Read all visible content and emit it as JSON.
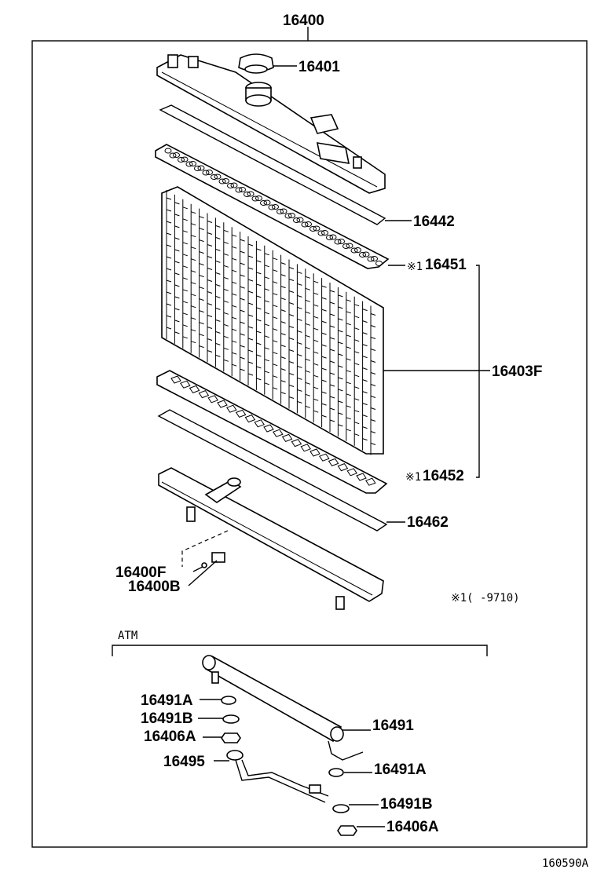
{
  "labels": {
    "assembly": "16400",
    "cap": "16401",
    "upper_gasket": "16442",
    "upper_tank_ref": "16451",
    "core": "16403F",
    "lower_tank_ref": "16452",
    "lower_gasket": "16462",
    "drain_cock_f": "16400F",
    "drain_cock_b": "16400B",
    "pipe": "16491",
    "washer_a_left": "16491A",
    "washer_b_left": "16491B",
    "nut_left": "16406A",
    "hose": "16495",
    "washer_a_right": "16491A",
    "washer_b_right": "16491B",
    "nut_right": "16406A"
  },
  "marks": {
    "ref_mark": "※1",
    "note": "※1(      -9710)"
  },
  "section": {
    "atm": "ATM"
  },
  "footer": {
    "figure_code": "160590A"
  }
}
